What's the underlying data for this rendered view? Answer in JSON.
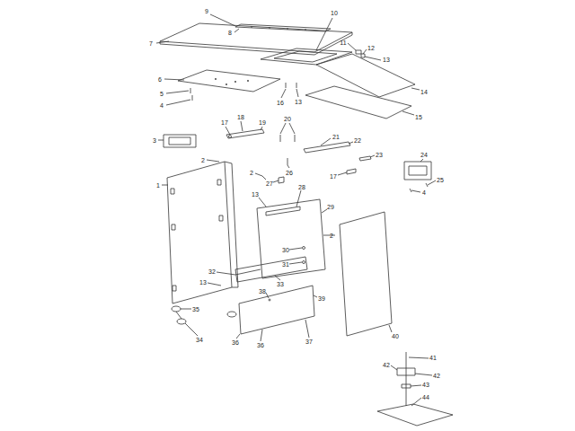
{
  "diagram": {
    "labels": [
      "9",
      "10",
      "8",
      "7",
      "11",
      "12",
      "13",
      "6",
      "14",
      "5",
      "4",
      "16",
      "13",
      "15",
      "3",
      "17",
      "18",
      "19",
      "20",
      "21",
      "22",
      "23",
      "24",
      "25",
      "4",
      "2",
      "2",
      "26",
      "27",
      "17",
      "1",
      "13",
      "28",
      "29",
      "2",
      "30",
      "31",
      "32",
      "13",
      "33",
      "38",
      "39",
      "35",
      "34",
      "36",
      "36",
      "37",
      "40",
      "41",
      "42",
      "42",
      "43",
      "44"
    ]
  }
}
